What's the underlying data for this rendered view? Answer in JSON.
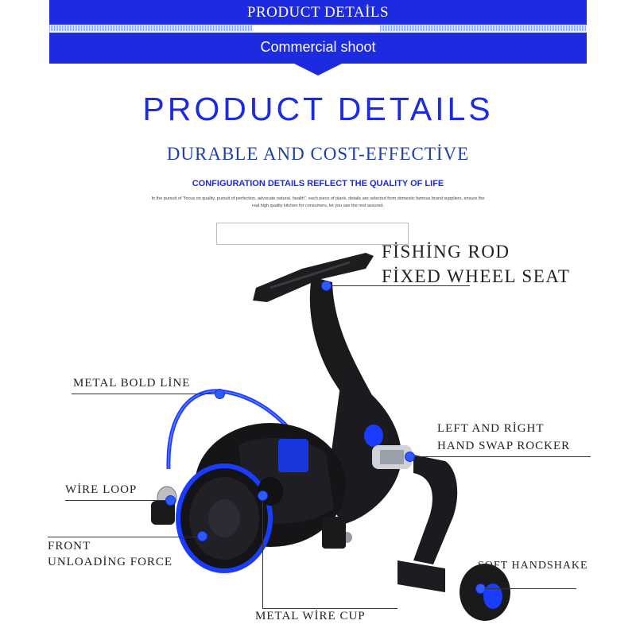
{
  "header": {
    "banner_title": "PRODUCT DETAİLS",
    "banner_subtitle": "Commercial shoot"
  },
  "heading": {
    "title": "PRODUCT DETAILS",
    "subtitle": "DURABLE AND COST-EFFECTİVE",
    "tagline": "CONFIGURATION DETAILS REFLECT THE QUALITY OF LIFE",
    "description": "In the pursuit of \"focus on quality, pursuit of perfection, advocate natural, health\", each piece of plank, details are selected from domestic famous brand suppliers, ensure the real high quality kitchen for consumers, let you use the rest assured."
  },
  "labels": {
    "fishing_rod_line1": "FİSHİNG ROD",
    "fishing_rod_line2": "FİXED WHEEL SEAT",
    "metal_bold_line": "METAL BOLD LİNE",
    "left_right_line1": "LEFT AND RİGHT",
    "left_right_line2": "HAND SWAP ROCKER",
    "wire_loop": "WİRE LOOP",
    "front_line1": "FRONT",
    "front_line2": "UNLOADİNG FORCE",
    "soft_handshake": "SOFT HANDSHAKE",
    "metal_wire_cup": "METAL WİRE CUP"
  },
  "colors": {
    "brand_blue": "#1c2ae0",
    "dot_blue": "#2b5cff",
    "reel_body": "#1b1b1f",
    "reel_accent": "#1a3cff"
  }
}
